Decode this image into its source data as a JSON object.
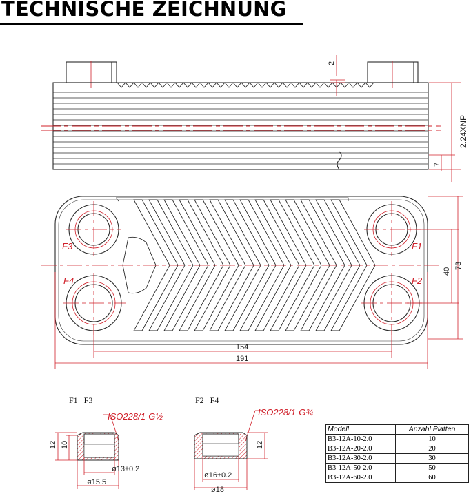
{
  "title": "TECHNISCHE ZEICHNUNG",
  "side_dims": {
    "gap": "2",
    "height_formula": "2.24XNP",
    "base": "7"
  },
  "front_dims": {
    "width_inner": "154",
    "width_total": "191",
    "height_inner": "40",
    "height_total": "73"
  },
  "ports": {
    "f1": "F1",
    "f2": "F2",
    "f3": "F3",
    "f4": "F4"
  },
  "detail_left": {
    "labels": "F1   F3",
    "thread": "ISO228/1-G½",
    "dim_h_outer": "12",
    "dim_h_inner": "10",
    "dim_inner_dia": "ø13±0.2",
    "dim_outer_dia": "ø15.5"
  },
  "detail_right": {
    "labels": "F2   F4",
    "thread": "ISO228/1-G¾",
    "dim_h": "12",
    "dim_inner_dia": "ø16±0.2",
    "dim_outer_dia": "ø18"
  },
  "table": {
    "headers": [
      "Modell",
      "Anzahl Platten"
    ],
    "rows": [
      [
        "B3-12A-10-2.0",
        "10"
      ],
      [
        "B3-12A-20-2.0",
        "20"
      ],
      [
        "B3-12A-30-2.0",
        "30"
      ],
      [
        "B3-12A-50-2.0",
        "50"
      ],
      [
        "B3-12A-60-2.0",
        "60"
      ]
    ]
  },
  "colors": {
    "line": "#2a2a2a",
    "accent": "#d0202a"
  }
}
